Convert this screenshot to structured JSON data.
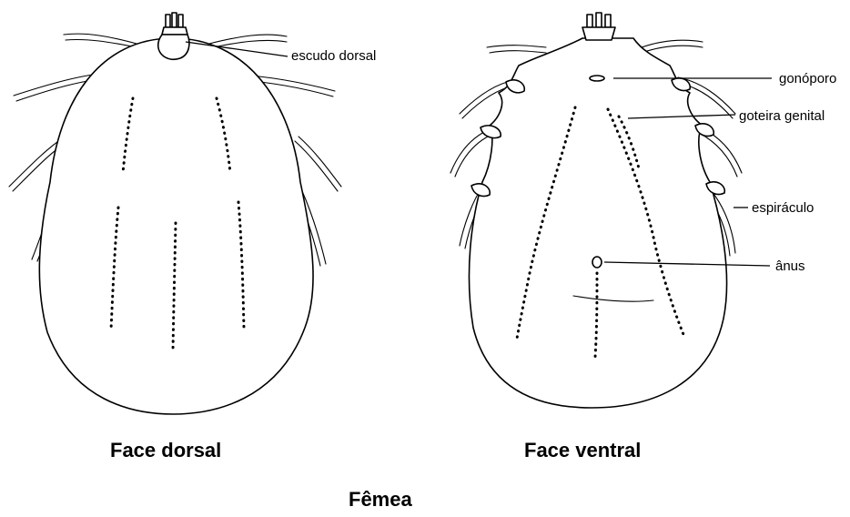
{
  "labels": {
    "escudo_dorsal": "escudo dorsal",
    "gonoporo": "gonóporo",
    "goteira_genital": "goteira genital",
    "espiraculo": "espiráculo",
    "anus": "ânus"
  },
  "captions": {
    "dorsal": "Face dorsal",
    "ventral": "Face ventral",
    "title": "Fêmea"
  }
}
